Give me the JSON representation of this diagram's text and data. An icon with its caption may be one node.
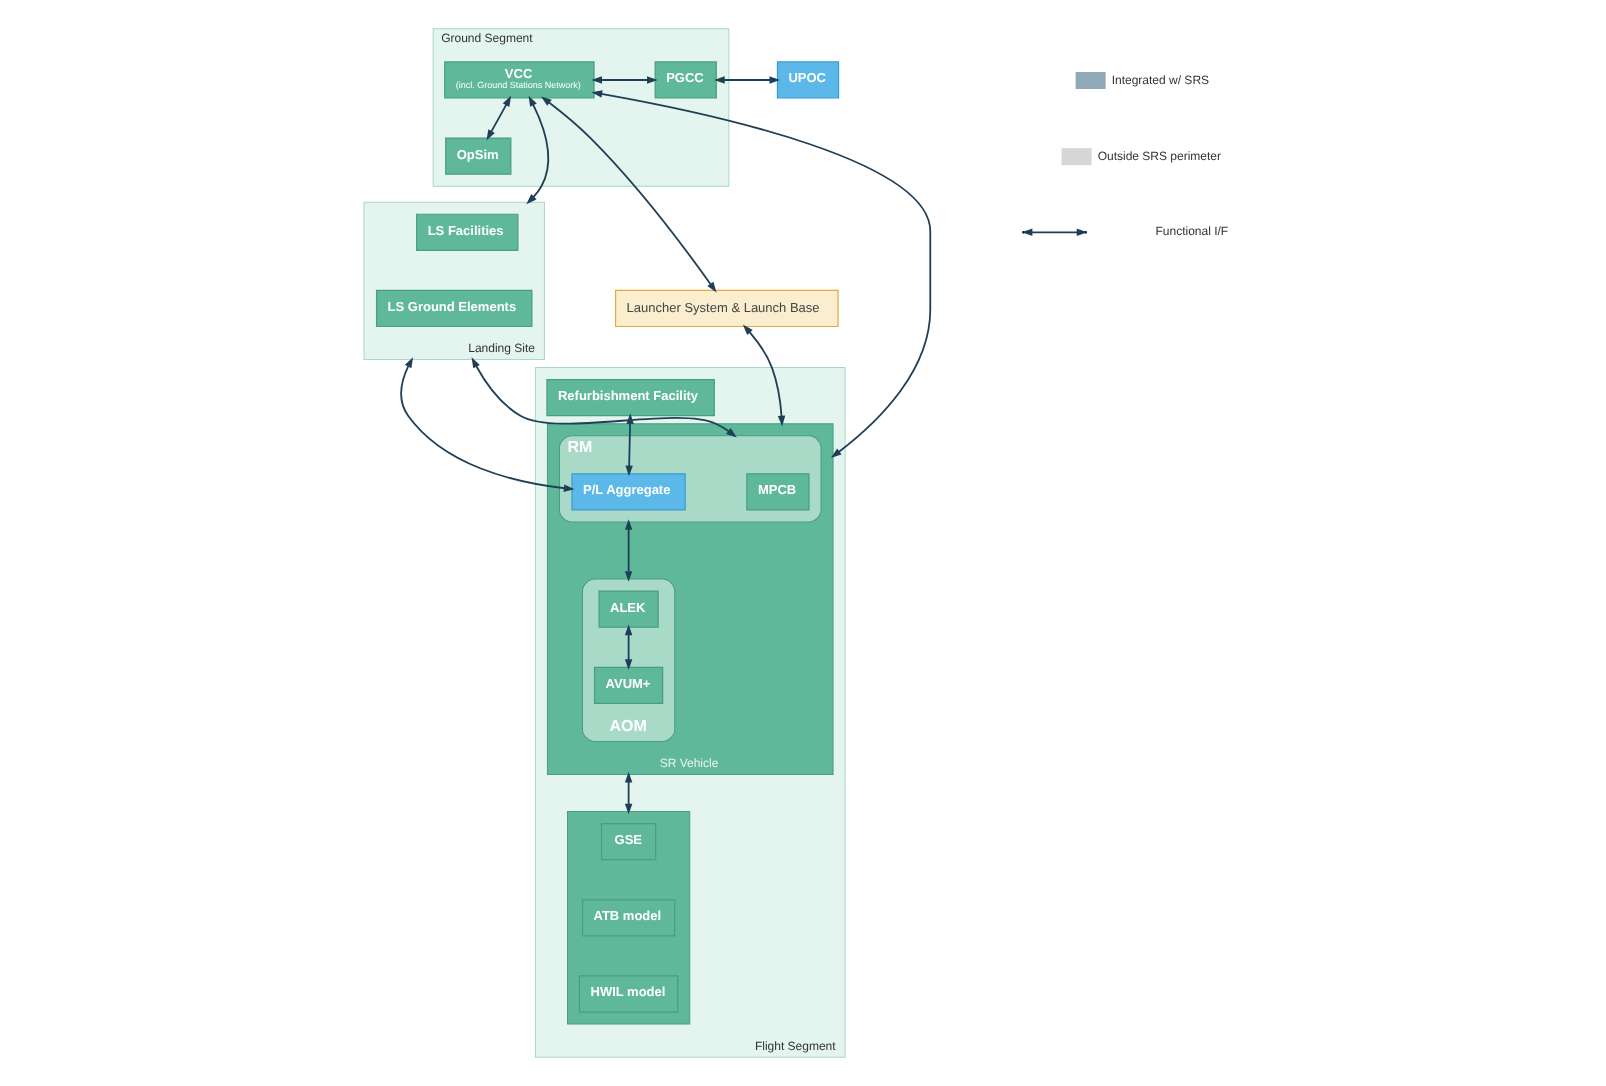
{
  "diagram": {
    "nodes": [
      {
        "text": [
          "Ground Segment"
        ]
      },
      {
        "text": [
          "VCC",
          "(incl. Ground Stations Network)"
        ],
        "in": 0
      },
      {
        "text": [
          "PGCC"
        ],
        "in": 0
      },
      {
        "text": [
          "OpSim"
        ],
        "in": 0
      },
      {
        "text": [
          "UPOC"
        ]
      },
      {
        "text": [
          "Landing Site"
        ]
      },
      {
        "text": [
          "LS Facilities"
        ],
        "in": 5
      },
      {
        "text": [
          "LS Ground Elements"
        ],
        "in": 5
      },
      {
        "text": [
          "Flight Segment"
        ]
      },
      {
        "text": [
          "SR Vehicle"
        ],
        "in": 8
      },
      {
        "text": [
          "RM"
        ],
        "in": 9
      },
      {
        "text": [
          "MPCB"
        ],
        "in": 10
      },
      {
        "text": [
          "P/L Aggregate"
        ],
        "in": 10
      },
      {
        "text": [
          "Refurbishment Facility"
        ],
        "in": 8
      },
      {
        "text": [
          "AOM"
        ],
        "in": 9
      },
      {
        "text": [
          "ALEK"
        ],
        "in": 14
      },
      {
        "text": [
          "AVUM+"
        ],
        "in": 14
      },
      {
        "text": [],
        "shape": "box",
        "in": 8
      },
      {
        "text": [
          "GSE"
        ],
        "in": 17
      },
      {
        "text": [
          "ATB model"
        ],
        "in": 17
      },
      {
        "text": [
          "HWIL model"
        ],
        "in": 17
      },
      {
        "text": [
          "Launcher System & Launch Base"
        ]
      }
    ],
    "edges": [
      {
        "from": 1,
        "to": 2,
        "arrow": "both"
      },
      {
        "from": 2,
        "to": 4,
        "arrow": "both"
      },
      {
        "from": 1,
        "to": 3,
        "arrow": "both"
      },
      {
        "from": 1,
        "to": 5,
        "arrow": "both"
      },
      {
        "from": 1,
        "to": 9,
        "arrow": "both"
      },
      {
        "from": 1,
        "to": 21,
        "arrow": "both"
      },
      {
        "from": 5,
        "to": 10,
        "arrow": "both"
      },
      {
        "from": 5,
        "to": 12,
        "arrow": "both"
      },
      {
        "from": 13,
        "to": 12,
        "arrow": "both"
      },
      {
        "from": 10,
        "to": 14,
        "arrow": "both"
      },
      {
        "from": 15,
        "to": 16,
        "arrow": "both"
      },
      {
        "from": 21,
        "to": 9,
        "arrow": "both"
      },
      {
        "from": 9,
        "to": 17,
        "arrow": "both"
      }
    ],
    "legend": [
      {
        "text": "Integrated w/ SRS",
        "color": "#8fa9b8"
      },
      {
        "text": "Outside SRS perimeter",
        "color": "#d6d6d6"
      },
      {
        "text": "Functional I/F"
      }
    ]
  }
}
